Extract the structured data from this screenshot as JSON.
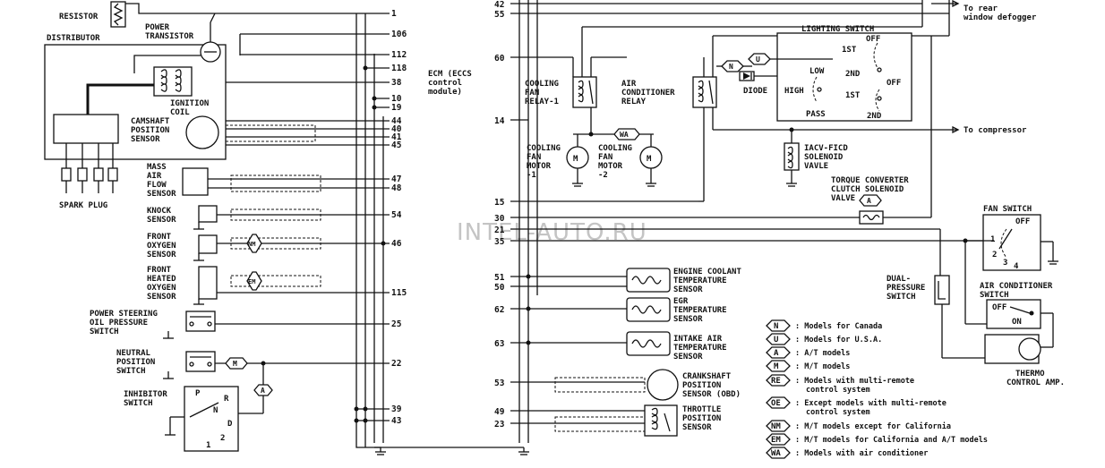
{
  "watermark": "INTEL-AUTO.RU",
  "ecm": {
    "label_lines": [
      "ECM (ECCS",
      "control",
      "module)"
    ],
    "left_pins": [
      "1",
      "106",
      "112",
      "118",
      "38",
      "10",
      "19",
      "44",
      "40",
      "41",
      "45",
      "47",
      "48",
      "54",
      "46",
      "115",
      "25",
      "22",
      "39",
      "43"
    ],
    "right_pins": [
      "42",
      "55",
      "60",
      "14",
      "15",
      "30",
      "21",
      "35",
      "51",
      "50",
      "62",
      "63",
      "53",
      "49",
      "23"
    ]
  },
  "ignition": {
    "resistor": "RESISTOR",
    "distributor": "DISTRIBUTOR",
    "power_transistor": [
      "POWER",
      "TRANSISTOR"
    ],
    "ignition_coil": [
      "IGNITION",
      "COIL"
    ],
    "camshaft_sensor": [
      "CAMSHAFT",
      "POSITION",
      "SENSOR"
    ],
    "spark_plug": "SPARK PLUG"
  },
  "sensors_left": {
    "maf": [
      "MASS",
      "AIR",
      "FLOW",
      "SENSOR"
    ],
    "knock": [
      "KNOCK",
      "SENSOR"
    ],
    "front_o2": [
      "FRONT",
      "OXYGEN",
      "SENSOR"
    ],
    "front_heated_o2": [
      "FRONT",
      "HEATED",
      "OXYGEN",
      "SENSOR"
    ],
    "ps_switch": [
      "POWER STEERING",
      "OIL PRESSURE",
      "SWITCH"
    ],
    "neutral_switch": [
      "NEUTRAL",
      "POSITION",
      "SWITCH"
    ],
    "inhibitor_switch": [
      "INHIBITOR",
      "SWITCH"
    ],
    "inhibitor_positions": [
      "P",
      "R",
      "N",
      "D",
      "2",
      "1"
    ]
  },
  "relays": {
    "cooling_fan_relay": [
      "COOLING",
      "FAN",
      "RELAY-1"
    ],
    "ac_relay": [
      "AIR",
      "CONDITIONER",
      "RELAY"
    ],
    "fan_motor_1": [
      "COOLING",
      "FAN",
      "MOTOR",
      "-1"
    ],
    "fan_motor_2": [
      "COOLING",
      "FAN",
      "MOTOR",
      "-2"
    ],
    "motor_symbol": "M"
  },
  "top_right": {
    "to_rear": [
      "To rear",
      "window defogger"
    ],
    "lighting_switch": "LIGHTING SWITCH",
    "ls_labels": [
      "OFF",
      "1ST",
      "2ND",
      "OFF",
      "LOW",
      "HIGH",
      "1ST",
      "PASS",
      "2ND"
    ],
    "diode": "DIODE",
    "to_compressor": "To compressor",
    "iacv": [
      "IACV-FICD",
      "SOLENOID",
      "VAVLE"
    ],
    "torque_converter": [
      "TORQUE CONVERTER",
      "CLUTCH SOLENOID",
      "VALVE"
    ]
  },
  "sensors_right": {
    "coolant": [
      "ENGINE COOLANT",
      "TEMPERATURE",
      "SENSOR"
    ],
    "egr": [
      "EGR",
      "TEMPERATURE",
      "SENSOR"
    ],
    "intake": [
      "INTAKE AIR",
      "TEMPERATURE",
      "SENSOR"
    ],
    "crank": [
      "CRANKSHAFT",
      "POSITION",
      "SENSOR (OBD)"
    ],
    "throttle": [
      "THROTTLE",
      "POSITION",
      "SENSOR"
    ]
  },
  "fan_switch": {
    "title": "FAN SWITCH",
    "labels": [
      "OFF",
      "1",
      "2",
      "3",
      "4"
    ]
  },
  "dual_pressure": [
    "DUAL-",
    "PRESSURE",
    "SWITCH"
  ],
  "ac_switch": {
    "title": [
      "AIR CONDITIONER",
      "SWITCH"
    ],
    "labels": [
      "OFF",
      "ON"
    ]
  },
  "thermo": [
    "THERMO",
    "CONTROL AMP."
  ],
  "legend": [
    {
      "code": "N",
      "text": ": Models for Canada"
    },
    {
      "code": "U",
      "text": ": Models for U.S.A."
    },
    {
      "code": "A",
      "text": ": A/T models"
    },
    {
      "code": "M",
      "text": ": M/T models"
    },
    {
      "code": "RE",
      "text": ": Models with multi-remote",
      "text2": "control system"
    },
    {
      "code": "OE",
      "text": ": Except models with multi-remote",
      "text2": "control system"
    },
    {
      "code": "NM",
      "text": ": M/T models except for California"
    },
    {
      "code": "EM",
      "text": ": M/T models for California and A/T models"
    },
    {
      "code": "WA",
      "text": ": Models with air conditioner"
    }
  ],
  "markers": {
    "wire_n": "N",
    "wire_u": "U",
    "wire_a": "A",
    "wire_m": "M",
    "wire_wa": "WA",
    "wire_nm": "NM",
    "wire_em": "EM"
  }
}
